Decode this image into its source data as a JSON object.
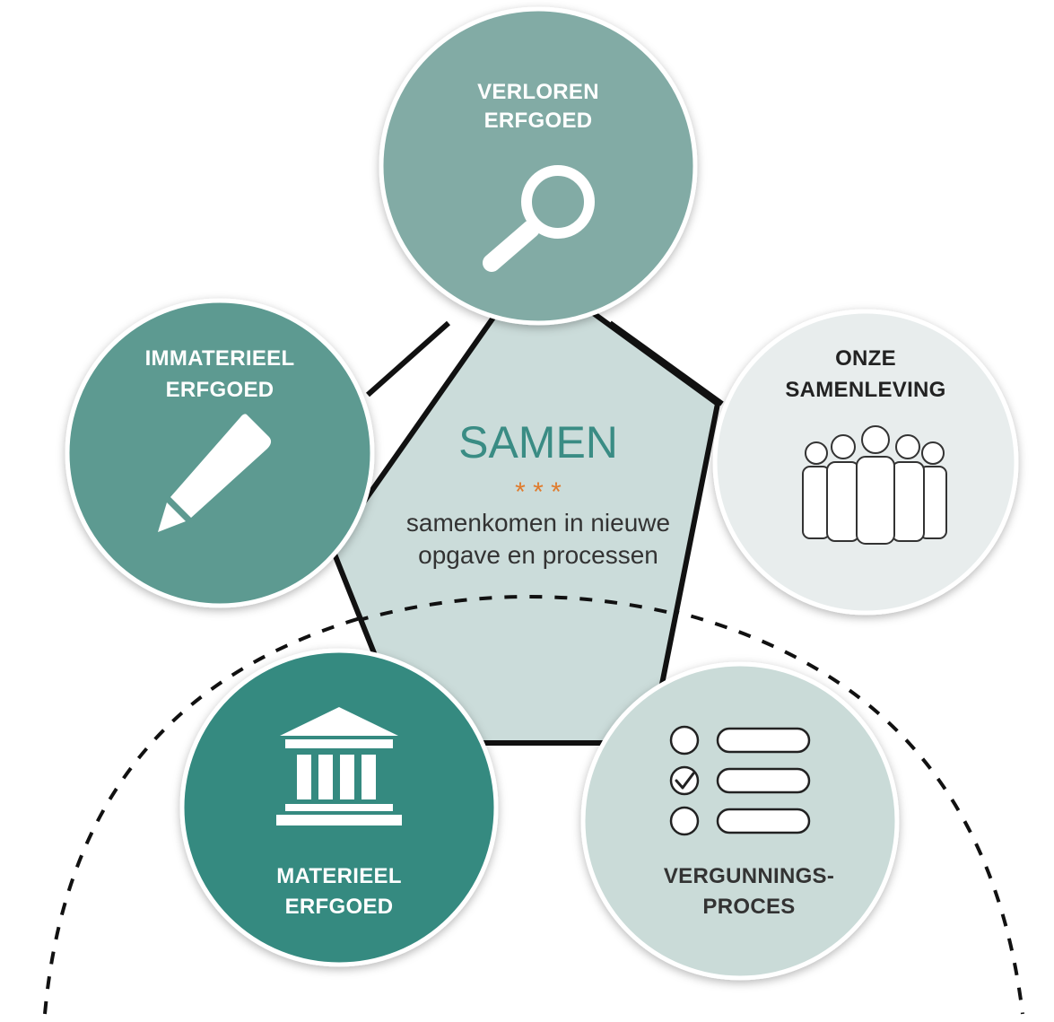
{
  "center": {
    "title": "SAMEN",
    "stars": "* * *",
    "subtitle_line1": "samenkomen in nieuwe",
    "subtitle_line2": "opgave en processen"
  },
  "nodes": [
    {
      "id": "verloren",
      "title_line1": "VERLOREN",
      "title_line2": "ERFGOED",
      "icon": "magnifier-icon",
      "fill": "#82aba5",
      "text_color": "#ffffff"
    },
    {
      "id": "immaterieel",
      "title_line1": "IMMATERIEEL",
      "title_line2": "ERFGOED",
      "icon": "pencil-icon",
      "fill": "#5d9a91",
      "text_color": "#ffffff"
    },
    {
      "id": "samenleving",
      "title_line1": "ONZE",
      "title_line2": "SAMENLEVING",
      "icon": "people-group-icon",
      "fill": "#e8eded",
      "text_color": "#222222"
    },
    {
      "id": "materieel",
      "title_line1": "MATERIEEL",
      "title_line2": "ERFGOED",
      "icon": "museum-building-icon",
      "fill": "#358a80",
      "text_color": "#ffffff"
    },
    {
      "id": "vergunning",
      "title_line1": "VERGUNNINGS-",
      "title_line2": "PROCES",
      "icon": "checklist-icon",
      "fill": "#cadbd8",
      "text_color": "#333333"
    }
  ],
  "colors": {
    "pentagon_fill": "#cbdcda",
    "pentagon_stroke": "#111111",
    "accent_title": "#3a8c84",
    "stars": "#e07b2c"
  }
}
